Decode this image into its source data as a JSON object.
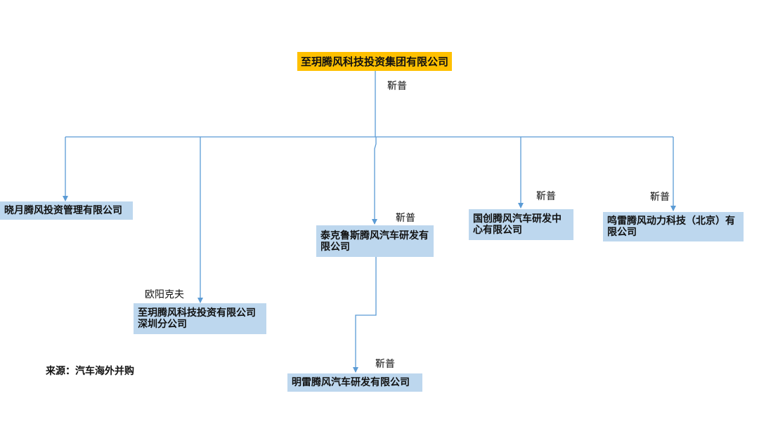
{
  "diagram": {
    "root": "至玥腾风科技投资集团有限公司",
    "nodes": {
      "xiaoyue": "晓月腾风投资管理有限公司",
      "shenzhen": "至玥腾风科技投资有限公司深圳分公司",
      "taikelusi": "泰克鲁斯腾风汽车研发有限公司",
      "guochuang": "国创腾风汽车研发中心有限公司",
      "minglei_dongli": "鸣雷腾风动力科技（北京）有限公司",
      "minglei_qiche": "明雷腾风汽车研发有限公司"
    },
    "edge_labels": {
      "root": "靳普",
      "shenzhen": "欧阳克夫",
      "taikelusi": "靳普",
      "guochuang": "靳普",
      "minglei_dongli": "靳普",
      "minglei_qiche": "靳普"
    },
    "colors": {
      "root_box": "#ffc000",
      "node_box": "#bdd7ee",
      "line": "#5b9bd5"
    }
  },
  "source": "来源：汽车海外并购"
}
